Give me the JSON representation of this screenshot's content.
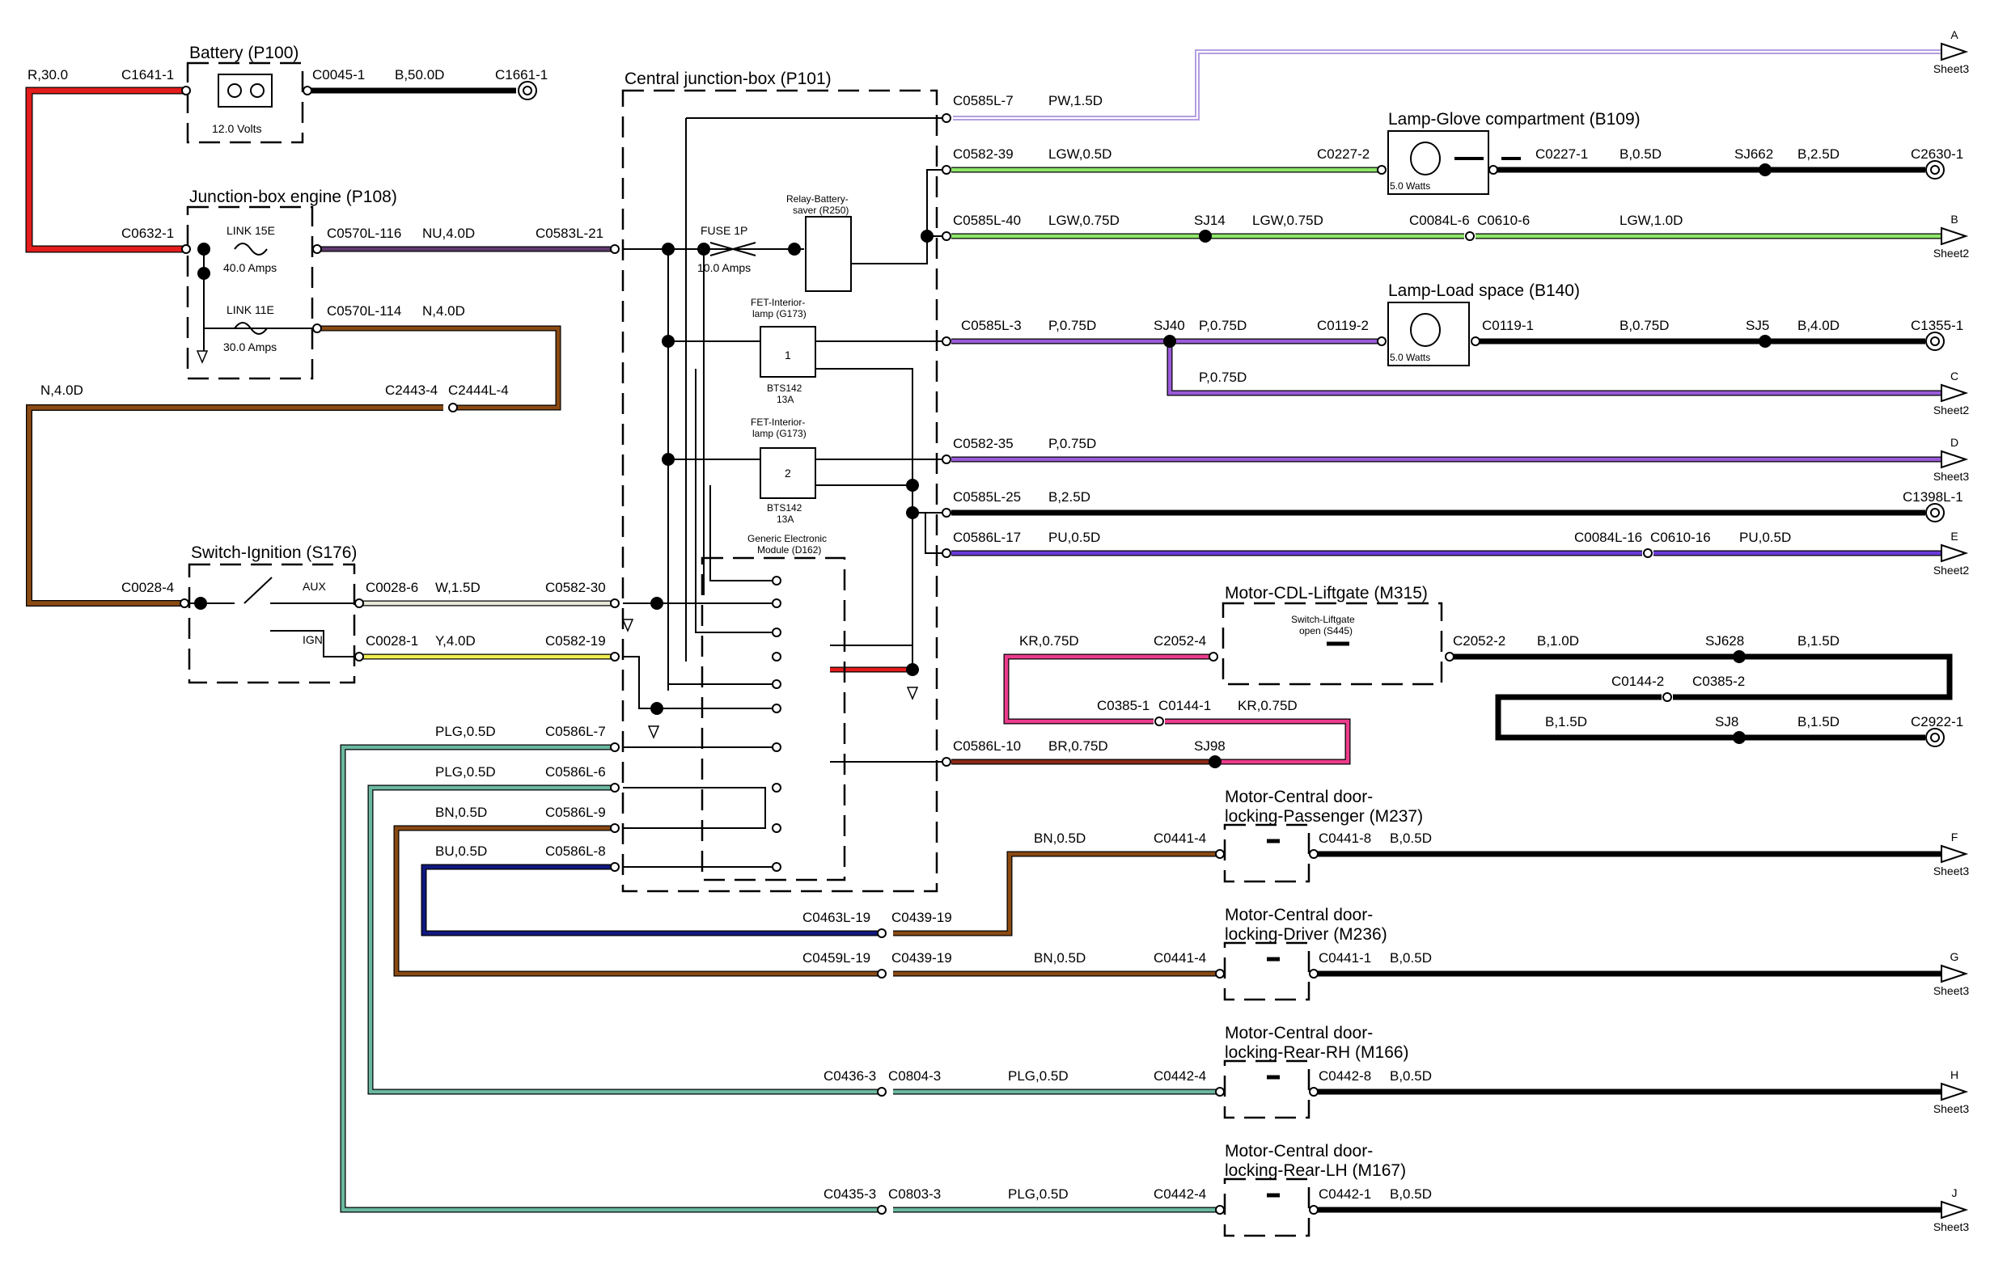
{
  "colors": {
    "R": "#e41c1c",
    "N": "#8a4a12",
    "NU": "#5e3a6e",
    "PW": "#b49ee0",
    "LGW": "#8ee66a",
    "P": "#9a5ad8",
    "B": "#000000",
    "PU": "#6a3ad8",
    "W": "#e8e8d8",
    "Y": "#f0ee50",
    "PLG": "#6ab8a0",
    "BN": "#8a4a12",
    "BU": "#101880",
    "KR": "#ec3c8c",
    "BR": "#8a2a18"
  },
  "titles": {
    "battery": "Battery (P100)",
    "battery_volts": "12.0 Volts",
    "jbe": "Junction-box engine (P108)",
    "link15": "LINK 15E",
    "link15_amps": "40.0 Amps",
    "link11": "LINK 11E",
    "link11_amps": "30.0 Amps",
    "cjb": "Central junction-box (P101)",
    "fuse": "FUSE 1P",
    "fuse_amps": "10.0 Amps",
    "relay1": "Relay-Battery-",
    "relay2": "saver (R250)",
    "fet1a": "FET-Interior-",
    "fet1b": "lamp (G173)",
    "fet1_num": "1",
    "fet2a": "FET-Interior-",
    "fet2b": "lamp (G173)",
    "fet2_num": "2",
    "bts": "BTS142",
    "bts_a": "13A",
    "gem1": "Generic Electronic",
    "gem2": "Module (D162)",
    "ign": "Switch-Ignition (S176)",
    "aux": "AUX",
    "ignl": "IGN",
    "glove": "Lamp-Glove compartment (B109)",
    "load": "Lamp-Load space (B140)",
    "watts": "5.0 Watts",
    "liftgate": "Motor-CDL-Liftgate (M315)",
    "s445a": "Switch-Liftgate",
    "s445b": "open (S445)",
    "m237a": "Motor-Central door-",
    "m237b": "locking-Passenger (M237)",
    "m236a": "Motor-Central door-",
    "m236b": "locking-Driver (M236)",
    "m166a": "Motor-Central door-",
    "m166b": "locking-Rear-RH (M166)",
    "m167a": "Motor-Central door-",
    "m167b": "locking-Rear-LH (M167)"
  },
  "labels": [
    {
      "id": "w-r30",
      "text": "R,30.0"
    },
    {
      "id": "c1641",
      "text": "C1641-1"
    },
    {
      "id": "c0045",
      "text": "C0045-1"
    },
    {
      "id": "w-b50",
      "text": "B,50.0D"
    },
    {
      "id": "c1661",
      "text": "C1661-1"
    },
    {
      "id": "c0632",
      "text": "C0632-1"
    },
    {
      "id": "c0570-116",
      "text": "C0570L-116"
    },
    {
      "id": "w-nu4",
      "text": "NU,4.0D"
    },
    {
      "id": "c0583-21",
      "text": "C0583L-21"
    },
    {
      "id": "c0570-114",
      "text": "C0570L-114"
    },
    {
      "id": "w-n4a",
      "text": "N,4.0D"
    },
    {
      "id": "w-n4b",
      "text": "N,4.0D"
    },
    {
      "id": "c2443",
      "text": "C2443-4"
    },
    {
      "id": "c2444",
      "text": "C2444L-4"
    },
    {
      "id": "c0028-4",
      "text": "C0028-4"
    },
    {
      "id": "c0028-6",
      "text": "C0028-6"
    },
    {
      "id": "w-w15",
      "text": "W,1.5D"
    },
    {
      "id": "c0582-30",
      "text": "C0582-30"
    },
    {
      "id": "c0028-1",
      "text": "C0028-1"
    },
    {
      "id": "w-y4",
      "text": "Y,4.0D"
    },
    {
      "id": "c0582-19",
      "text": "C0582-19"
    },
    {
      "id": "w-plg7",
      "text": "PLG,0.5D"
    },
    {
      "id": "c0586-7",
      "text": "C0586L-7"
    },
    {
      "id": "w-plg6",
      "text": "PLG,0.5D"
    },
    {
      "id": "c0586-6",
      "text": "C0586L-6"
    },
    {
      "id": "w-bn9",
      "text": "BN,0.5D"
    },
    {
      "id": "c0586-9",
      "text": "C0586L-9"
    },
    {
      "id": "w-bu8",
      "text": "BU,0.5D"
    },
    {
      "id": "c0586-8",
      "text": "C0586L-8"
    },
    {
      "id": "c0585-7",
      "text": "C0585L-7"
    },
    {
      "id": "w-pw",
      "text": "PW,1.5D"
    },
    {
      "id": "c0582-39",
      "text": "C0582-39"
    },
    {
      "id": "w-lgw05",
      "text": "LGW,0.5D"
    },
    {
      "id": "c0227-2",
      "text": "C0227-2"
    },
    {
      "id": "c0227-1",
      "text": "C0227-1"
    },
    {
      "id": "w-b05a",
      "text": "B,0.5D"
    },
    {
      "id": "sj662",
      "text": "SJ662"
    },
    {
      "id": "w-b25a",
      "text": "B,2.5D"
    },
    {
      "id": "c2630",
      "text": "C2630-1"
    },
    {
      "id": "c0585-40",
      "text": "C0585L-40"
    },
    {
      "id": "w-lgw075a",
      "text": "LGW,0.75D"
    },
    {
      "id": "sj14",
      "text": "SJ14"
    },
    {
      "id": "w-lgw075b",
      "text": "LGW,0.75D"
    },
    {
      "id": "c0084-6",
      "text": "C0084L-6"
    },
    {
      "id": "c0610-6",
      "text": "C0610-6"
    },
    {
      "id": "w-lgw1",
      "text": "LGW,1.0D"
    },
    {
      "id": "c0585-3",
      "text": "C0585L-3"
    },
    {
      "id": "w-p075a",
      "text": "P,0.75D"
    },
    {
      "id": "sj40",
      "text": "SJ40"
    },
    {
      "id": "w-p075b",
      "text": "P,0.75D"
    },
    {
      "id": "c0119-2",
      "text": "C0119-2"
    },
    {
      "id": "c0119-1",
      "text": "C0119-1"
    },
    {
      "id": "w-b075",
      "text": "B,0.75D"
    },
    {
      "id": "sj5",
      "text": "SJ5"
    },
    {
      "id": "w-b4",
      "text": "B,4.0D"
    },
    {
      "id": "c1355",
      "text": "C1355-1"
    },
    {
      "id": "w-p075c",
      "text": "P,0.75D"
    },
    {
      "id": "c0582-35",
      "text": "C0582-35"
    },
    {
      "id": "w-p075d",
      "text": "P,0.75D"
    },
    {
      "id": "c0585-25",
      "text": "C0585L-25"
    },
    {
      "id": "w-b25b",
      "text": "B,2.5D"
    },
    {
      "id": "c1398",
      "text": "C1398L-1"
    },
    {
      "id": "c0586-17",
      "text": "C0586L-17"
    },
    {
      "id": "w-pu05a",
      "text": "PU,0.5D"
    },
    {
      "id": "c0084-16",
      "text": "C0084L-16"
    },
    {
      "id": "c0610-16",
      "text": "C0610-16"
    },
    {
      "id": "w-pu05b",
      "text": "PU,0.5D"
    },
    {
      "id": "w-kr075a",
      "text": "KR,0.75D"
    },
    {
      "id": "c2052-4",
      "text": "C2052-4"
    },
    {
      "id": "c2052-2",
      "text": "C2052-2"
    },
    {
      "id": "w-b1",
      "text": "B,1.0D"
    },
    {
      "id": "sj628",
      "text": "SJ628"
    },
    {
      "id": "w-b15a",
      "text": "B,1.5D"
    },
    {
      "id": "c0144-2",
      "text": "C0144-2"
    },
    {
      "id": "c0385-2",
      "text": "C0385-2"
    },
    {
      "id": "c0385-1",
      "text": "C0385-1"
    },
    {
      "id": "c0144-1",
      "text": "C0144-1"
    },
    {
      "id": "w-kr075b",
      "text": "KR,0.75D"
    },
    {
      "id": "w-b15b",
      "text": "B,1.5D"
    },
    {
      "id": "sj8",
      "text": "SJ8"
    },
    {
      "id": "w-b15c",
      "text": "B,1.5D"
    },
    {
      "id": "c2922",
      "text": "C2922-1"
    },
    {
      "id": "c0586-10",
      "text": "C0586L-10"
    },
    {
      "id": "w-br075",
      "text": "BR,0.75D"
    },
    {
      "id": "sj98",
      "text": "SJ98"
    },
    {
      "id": "w-bn05a",
      "text": "BN,0.5D"
    },
    {
      "id": "c0441-4a",
      "text": "C0441-4"
    },
    {
      "id": "c0441-8",
      "text": "C0441-8"
    },
    {
      "id": "w-b05b",
      "text": "B,0.5D"
    },
    {
      "id": "c0463",
      "text": "C0463L-19"
    },
    {
      "id": "c0439a",
      "text": "C0439-19"
    },
    {
      "id": "c0459",
      "text": "C0459L-19"
    },
    {
      "id": "c0439b",
      "text": "C0439-19"
    },
    {
      "id": "w-bn05b",
      "text": "BN,0.5D"
    },
    {
      "id": "c0441-4b",
      "text": "C0441-4"
    },
    {
      "id": "c0441-1",
      "text": "C0441-1"
    },
    {
      "id": "w-b05c",
      "text": "B,0.5D"
    },
    {
      "id": "c0436",
      "text": "C0436-3"
    },
    {
      "id": "c0804",
      "text": "C0804-3"
    },
    {
      "id": "w-plg05a",
      "text": "PLG,0.5D"
    },
    {
      "id": "c0442-4a",
      "text": "C0442-4"
    },
    {
      "id": "c0442-8",
      "text": "C0442-8"
    },
    {
      "id": "w-b05d",
      "text": "B,0.5D"
    },
    {
      "id": "c0435",
      "text": "C0435-3"
    },
    {
      "id": "c0803",
      "text": "C0803-3"
    },
    {
      "id": "w-plg05b",
      "text": "PLG,0.5D"
    },
    {
      "id": "c0442-4b",
      "text": "C0442-4"
    },
    {
      "id": "c0442-1",
      "text": "C0442-1"
    },
    {
      "id": "w-b05e",
      "text": "B,0.5D"
    }
  ],
  "sheet_refs": [
    {
      "letter": "A",
      "sheet": "Sheet3"
    },
    {
      "letter": "B",
      "sheet": "Sheet2"
    },
    {
      "letter": "C",
      "sheet": "Sheet2"
    },
    {
      "letter": "D",
      "sheet": "Sheet3"
    },
    {
      "letter": "E",
      "sheet": "Sheet2"
    },
    {
      "letter": "F",
      "sheet": "Sheet3"
    },
    {
      "letter": "G",
      "sheet": "Sheet3"
    },
    {
      "letter": "H",
      "sheet": "Sheet3"
    },
    {
      "letter": "J",
      "sheet": "Sheet3"
    }
  ]
}
